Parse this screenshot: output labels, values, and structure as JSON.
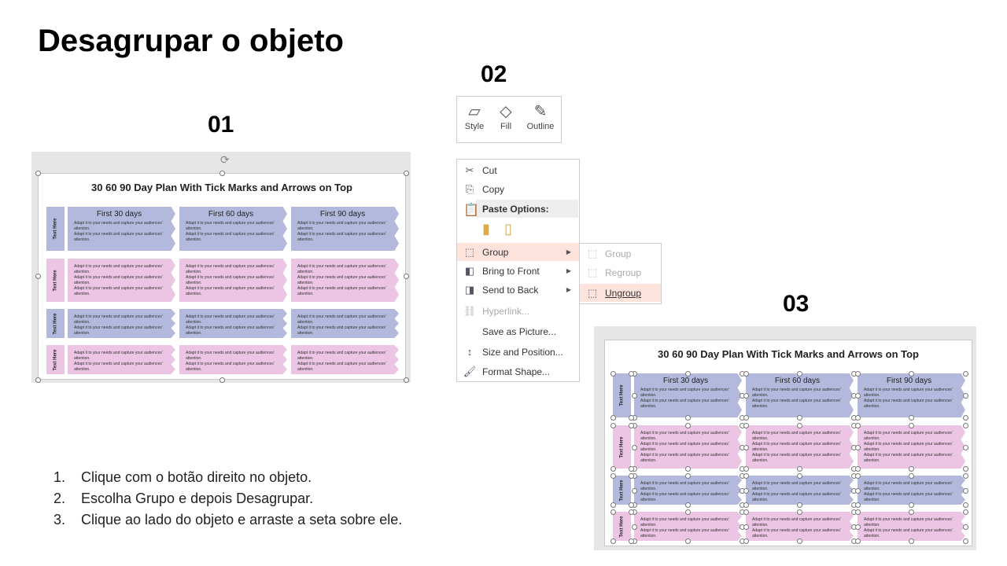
{
  "page_title": "Desagrupar o objeto",
  "steps": [
    "01",
    "02",
    "03"
  ],
  "plan": {
    "title": "30 60 90 Day Plan With Tick Marks and Arrows on Top",
    "side_label": "Text Here",
    "headers": [
      "First 30 days",
      "First 60 days",
      "First 90 days"
    ],
    "body": "Adapt it to your needs and capture your audiences' attention.",
    "rows": [
      {
        "color": "blue",
        "lines": 2
      },
      {
        "color": "pink",
        "lines": 3
      },
      {
        "color": "blue",
        "lines": 2
      },
      {
        "color": "pink",
        "lines": 2
      }
    ]
  },
  "toolbar": {
    "style": "Style",
    "fill": "Fill",
    "outline": "Outline"
  },
  "menu": {
    "cut": "Cut",
    "copy": "Copy",
    "paste_options": "Paste Options:",
    "group": "Group",
    "bring_to_front": "Bring to Front",
    "send_to_back": "Send to Back",
    "hyperlink": "Hyperlink...",
    "save_as_picture": "Save as Picture...",
    "size_position": "Size and Position...",
    "format_shape": "Format Shape..."
  },
  "submenu": {
    "group": "Group",
    "regroup": "Regroup",
    "ungroup": "Ungroup"
  },
  "instructions": [
    {
      "n": "1.",
      "text": "Clique com o botão direito no objeto."
    },
    {
      "n": "2.",
      "text": "Escolha Grupo e depois Desagrupar."
    },
    {
      "n": "3.",
      "text": "Clique ao lado do objeto e arraste a seta sobre ele."
    }
  ],
  "colors": {
    "blue": "#b3b9dc",
    "pink": "#ecc4e4",
    "highlight": "#fde3dc"
  }
}
